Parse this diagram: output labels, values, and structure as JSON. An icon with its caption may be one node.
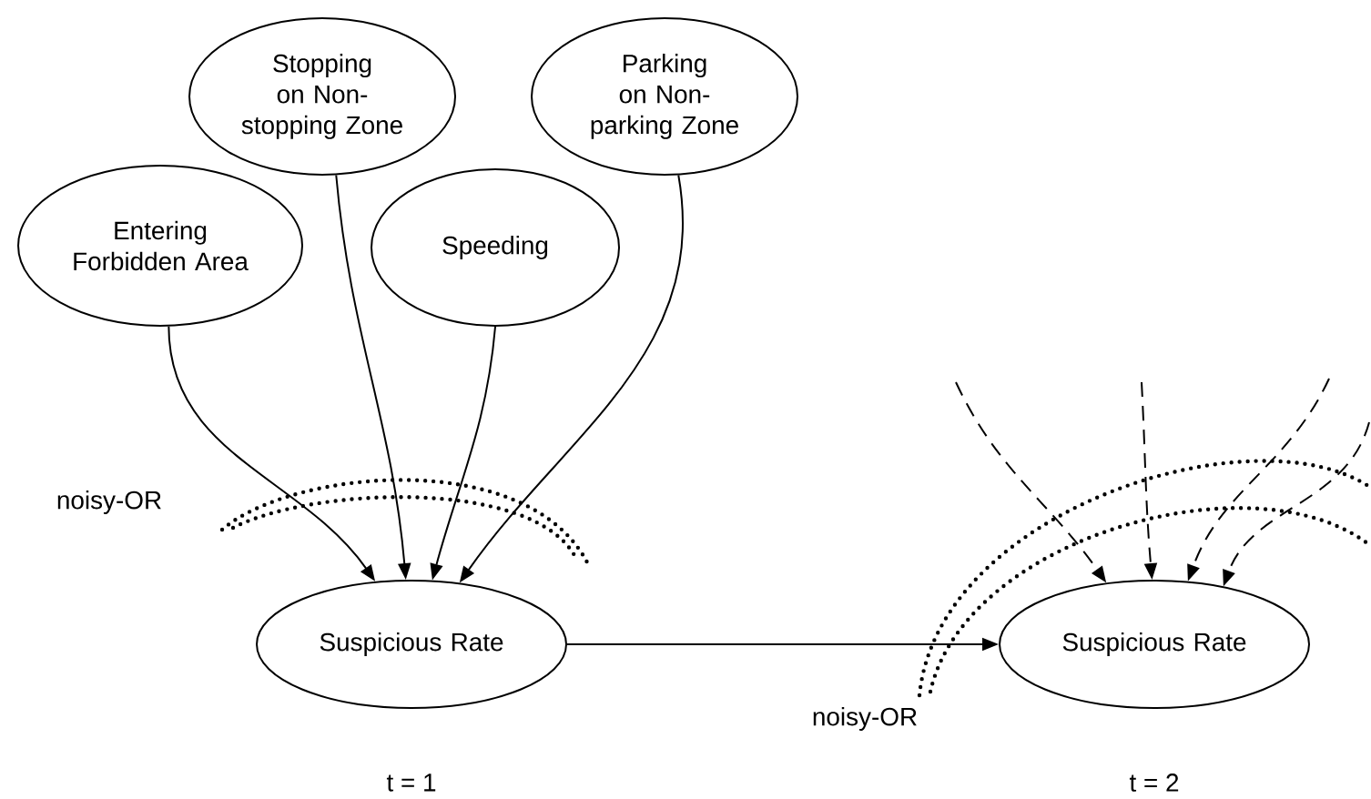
{
  "diagram": {
    "nodes": [
      {
        "text": [
          "Entering Forbidden Area"
        ]
      },
      {
        "text": [
          "Stopping on Non-stopping Zone"
        ]
      },
      {
        "text": [
          "Speeding"
        ]
      },
      {
        "text": [
          "Parking on Non-parking Zone"
        ]
      },
      {
        "text": [
          "Suspicious Rate"
        ]
      },
      {
        "text": [
          "Suspicious Rate"
        ]
      }
    ],
    "edges": [
      {
        "from": 0,
        "to": 4,
        "arrow": "to"
      },
      {
        "from": 1,
        "to": 4,
        "arrow": "to"
      },
      {
        "from": 2,
        "to": 4,
        "arrow": "to"
      },
      {
        "from": 3,
        "to": 4,
        "arrow": "to"
      },
      {
        "from": 4,
        "to": 5,
        "arrow": "to"
      },
      {
        "from": null,
        "to": 5,
        "arrow": "to",
        "style": "dashed"
      },
      {
        "from": null,
        "to": 5,
        "arrow": "to",
        "style": "dashed"
      },
      {
        "from": null,
        "to": 5,
        "arrow": "to",
        "style": "dashed"
      },
      {
        "from": null,
        "to": 5,
        "arrow": "to",
        "style": "dashed"
      }
    ],
    "labels": [
      "noisy-OR",
      "noisy-OR",
      "t = 1",
      "t = 2"
    ]
  }
}
